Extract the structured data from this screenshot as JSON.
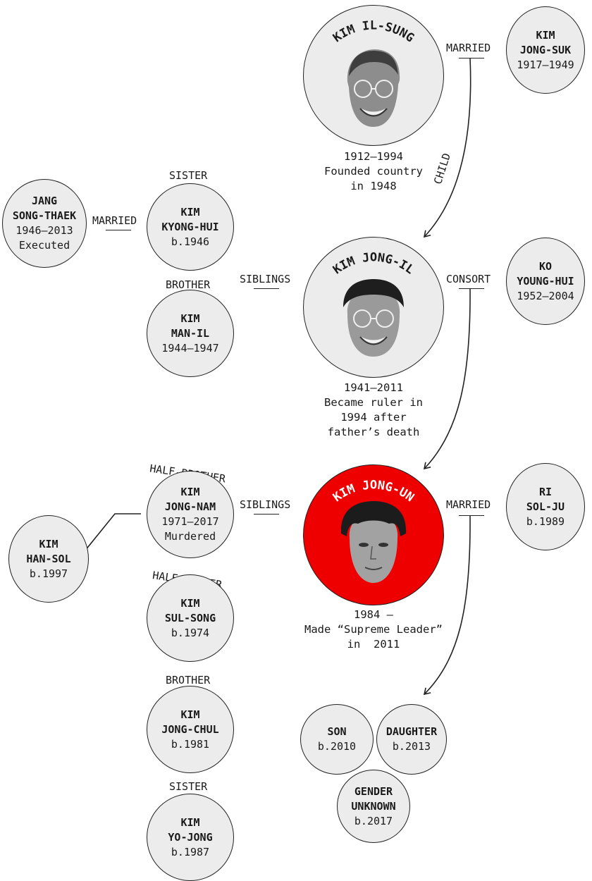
{
  "people": {
    "kim_il_sung": {
      "name": "KIM IL-SUNG",
      "caption": [
        "1912–1994",
        "Founded country",
        "in 1948"
      ]
    },
    "kim_jong_suk": {
      "name": [
        "KIM",
        "JONG-SUK"
      ],
      "dates": "1917–1949"
    },
    "jang_song_thaek": {
      "name": [
        "JANG",
        "SONG-THAEK"
      ],
      "dates": "1946–2013",
      "note": "Executed"
    },
    "kim_kyong_hui": {
      "role": "SISTER",
      "name": [
        "KIM",
        "KYONG-HUI"
      ],
      "dates": "b.1946"
    },
    "kim_man_il": {
      "role": "BROTHER",
      "name": [
        "KIM",
        "MAN-IL"
      ],
      "dates": "1944–1947"
    },
    "kim_jong_il": {
      "name": "KIM JONG-IL",
      "caption": [
        "1941–2011",
        "Became ruler in",
        "1994 after",
        "father’s death"
      ]
    },
    "ko_young_hui": {
      "name": [
        "KO",
        "YOUNG-HUI"
      ],
      "dates": "1952–2004"
    },
    "kim_jong_nam": {
      "role": "HALF-BROTHER",
      "name": [
        "KIM",
        "JONG-NAM"
      ],
      "dates": "1971–2017",
      "note": "Murdered"
    },
    "kim_han_sol": {
      "name": [
        "KIM",
        "HAN-SOL"
      ],
      "dates": "b.1997"
    },
    "kim_jong_un": {
      "name": "KIM JONG-UN",
      "caption": [
        "1984 –",
        "Made “Supreme Leader”",
        "in  2011"
      ]
    },
    "ri_sol_ju": {
      "name": [
        "RI",
        "SOL-JU"
      ],
      "dates": "b.1989"
    },
    "kim_sul_song": {
      "role": "HALF-SISTER",
      "name": [
        "KIM",
        "SUL-SONG"
      ],
      "dates": "b.1974"
    },
    "kim_jong_chul": {
      "role": "BROTHER",
      "name": [
        "KIM",
        "JONG-CHUL"
      ],
      "dates": "b.1981"
    },
    "kim_yo_jong": {
      "role": "SISTER",
      "name": [
        "KIM",
        "YO-JONG"
      ],
      "dates": "b.1987"
    },
    "son": {
      "name": "SON",
      "dates": "b.2010"
    },
    "daughter": {
      "name": "DAUGHTER",
      "dates": "b.2013"
    },
    "unknown_child": {
      "name": [
        "GENDER",
        "UNKNOWN"
      ],
      "dates": "b.2017"
    }
  },
  "relations": {
    "married_1": "MARRIED",
    "child": "CHILD",
    "married_2": "MARRIED",
    "siblings_1": "SIBLINGS",
    "consort": "CONSORT",
    "siblings_2": "SIBLINGS",
    "married_3": "MARRIED"
  },
  "colors": {
    "highlight": "#ee0000",
    "circle_fill": "#ececec",
    "stroke": "#222222"
  }
}
